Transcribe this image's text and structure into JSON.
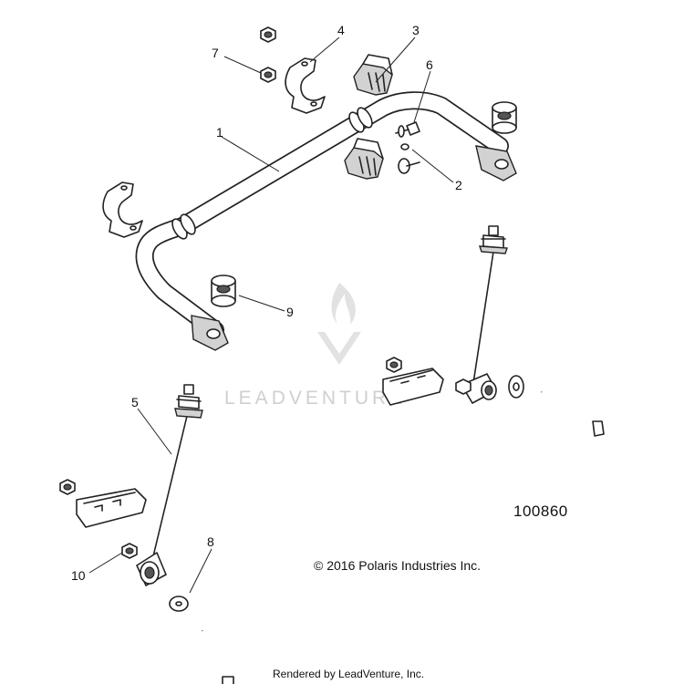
{
  "diagram": {
    "part_number": "100860",
    "copyright": "© 2016 Polaris Industries Inc.",
    "rendered_by": "Rendered by LeadVenture, Inc.",
    "watermark": "LEADVENTURE",
    "callouts": {
      "c1": "1",
      "c2": "2",
      "c3": "3",
      "c4": "4",
      "c5": "5",
      "c6": "6",
      "c7": "7",
      "c8": "8",
      "c9": "9",
      "c10": "10"
    }
  },
  "colors": {
    "line": "#222222",
    "background": "#ffffff",
    "watermark": "#cfcfcf"
  }
}
